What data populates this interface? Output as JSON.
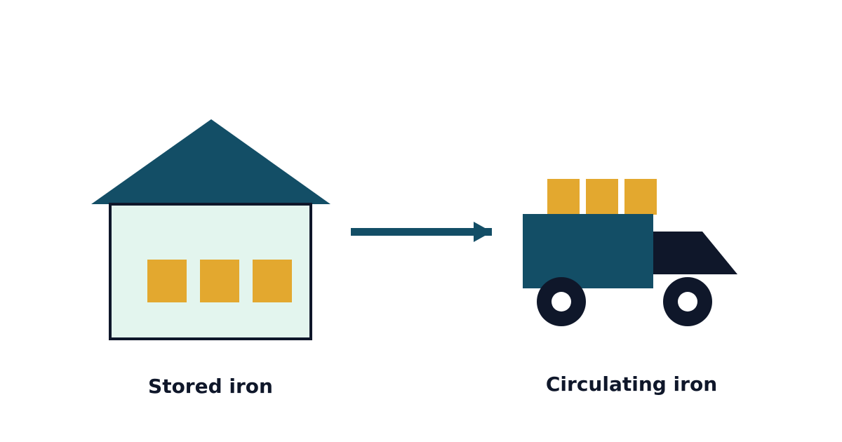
{
  "diagram": {
    "labels": {
      "stored": "Stored iron",
      "circulating": "Circulating iron"
    },
    "icons": {
      "storage": "warehouse-icon",
      "transport": "truck-icon",
      "flow": "arrow-right-icon"
    },
    "colors": {
      "primary": "#134e66",
      "dark": "#0f172a",
      "accent": "#e3a82f",
      "building_fill": "#e3f5ee",
      "background": "#ffffff"
    },
    "warehouse_crates": 3,
    "truck_crates": 3
  }
}
